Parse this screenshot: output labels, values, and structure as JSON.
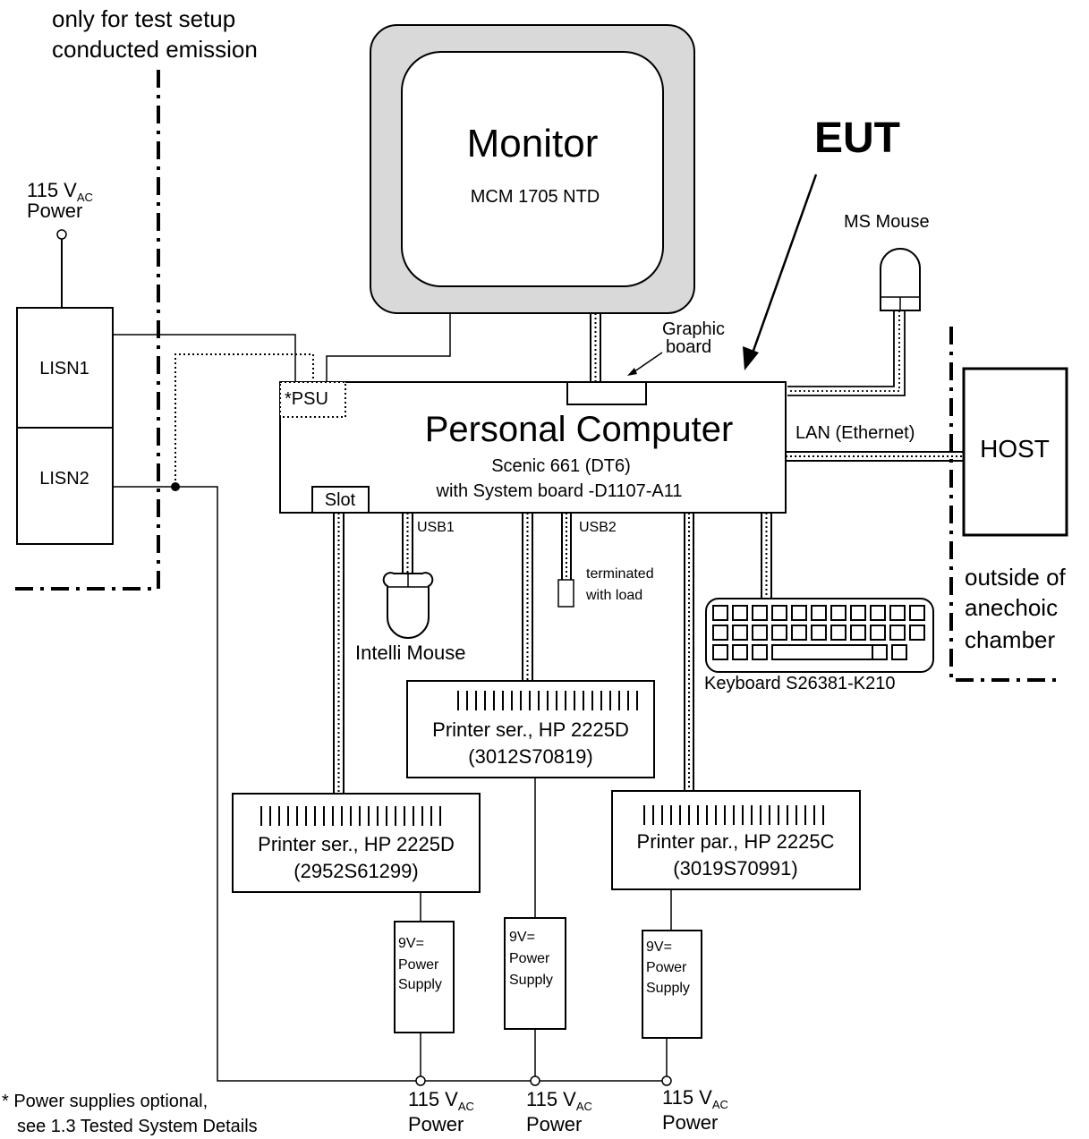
{
  "header_note": {
    "line1": "only for test setup",
    "line2": "conducted emission"
  },
  "power_lisn": {
    "value": "115 V",
    "sub": "AC",
    "label": "Power"
  },
  "lisn1": "LISN1",
  "lisn2": "LISN2",
  "monitor": {
    "title": "Monitor",
    "model": "MCM 1705 NTD"
  },
  "eut": "EUT",
  "ms_mouse": "MS Mouse",
  "graphic_board": {
    "line1": "Graphic",
    "line2": "board"
  },
  "pc": {
    "psu": "*PSU",
    "title": "Personal Computer",
    "line2": "Scenic 661 (DT6)",
    "line3": "with System board -D1107-A11",
    "slot": "Slot"
  },
  "lan": "LAN (Ethernet)",
  "host": "HOST",
  "outside": {
    "line1": "outside of",
    "line2": "anechoic",
    "line3": "chamber"
  },
  "usb1": "USB1",
  "usb2": "USB2",
  "terminated": {
    "line1": "terminated",
    "line2": "with load"
  },
  "intelli_mouse": "Intelli Mouse",
  "keyboard": "Keyboard S26381-K210",
  "printer_center": {
    "line1": "Printer ser., HP 2225D",
    "line2": "(3012S70819)"
  },
  "printer_left": {
    "line1": "Printer ser., HP 2225D",
    "line2": "(2952S61299)"
  },
  "printer_right": {
    "line1": "Printer par., HP 2225C",
    "line2": "(3019S70991)"
  },
  "power_supply": {
    "line1": "9V=",
    "line2": "Power",
    "line3": "Supply"
  },
  "power_bottom": {
    "value": "115 V",
    "sub": "AC",
    "label": "Power"
  },
  "footnote": {
    "line1": "*  Power supplies optional,",
    "line2": "see 1.3 Tested System Details"
  }
}
